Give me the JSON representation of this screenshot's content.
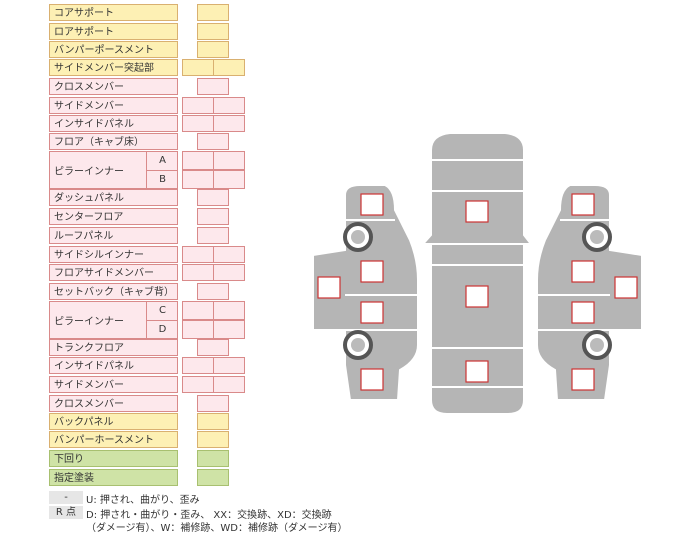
{
  "colors": {
    "pink": "#fde8ec",
    "yellow": "#fdf0b4",
    "green": "#cfe3a6",
    "border": "#d98a8a",
    "car": "#b5b5b5",
    "marker": "#cc3333"
  },
  "parts": {
    "core_support": "コアサポート",
    "lower_support": "ロアサポート",
    "bumper_reinforcement_front": "バンパーポースメント",
    "side_member_projection": "サイドメンバー突起部",
    "cross_member_front": "クロスメンバー",
    "side_member_front": "サイドメンバー",
    "inside_panel_front": "インサイドパネル",
    "floor_cab": "フロア（キャブ床）",
    "pillar_inner_ab": "ピラーインナー",
    "pillar_a": "A",
    "pillar_b": "B",
    "dash_panel": "ダッシュパネル",
    "center_floor": "センターフロア",
    "roof_panel": "ルーフパネル",
    "side_sill_inner": "サイドシルインナー",
    "floor_side_member": "フロアサイドメンバー",
    "setback": "セットバック（キャブ背）",
    "pillar_inner_cd": "ピラーインナー",
    "pillar_c": "C",
    "pillar_d": "D",
    "trunk_floor": "トランクフロア",
    "inside_panel_rear": "インサイドパネル",
    "side_member_rear": "サイドメンバー",
    "cross_member_rear": "クロスメンバー",
    "back_panel": "バックパネル",
    "bumper_reinforcement_rear": "バンパーホースメント",
    "undercarriage": "下回り",
    "specified_paint": "指定塗装"
  },
  "legend": {
    "key1": "-",
    "line1": "U: 押され、曲がり、歪み",
    "key2": "R 点",
    "line2": "D: 押され・曲がり・歪み、 XX：交換跡、XD：交換跡",
    "line3": "（ダメージ有）、W：補修跡、WD：補修跡（ダメージ有）"
  }
}
